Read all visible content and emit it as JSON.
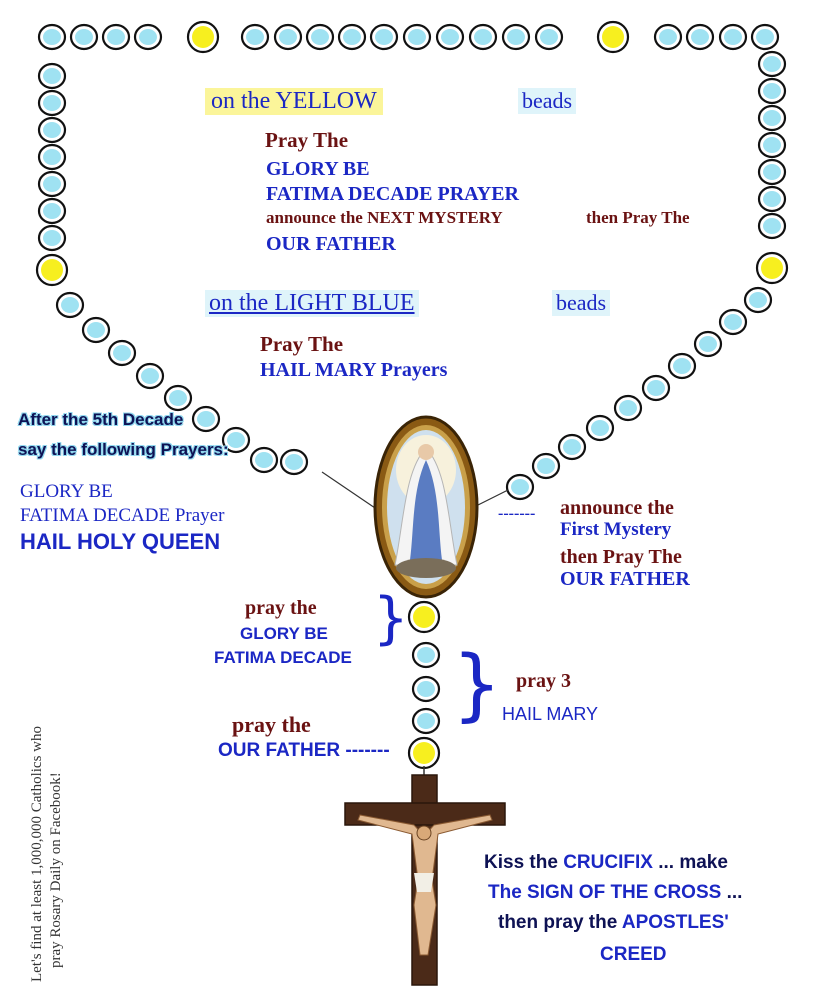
{
  "yellow_section": {
    "label_head": "on the YELLOW",
    "label_tail": "beads",
    "line_1": "Pray The",
    "line_2": "GLORY BE",
    "line_3": "FATIMA DECADE PRAYER",
    "line_4": "announce the NEXT MYSTERY",
    "line_4b": "then Pray The",
    "line_5": "OUR FATHER"
  },
  "blue_section": {
    "label_head": "on the LIGHT BLUE",
    "label_tail": "beads",
    "line_1": "Pray The",
    "line_2": "HAIL MARY Prayers"
  },
  "after_decade": {
    "heading_1": "After the 5th Decade",
    "heading_2": "say the following Prayers:",
    "line_1": "GLORY BE",
    "line_2": "FATIMA DECADE Prayer",
    "line_3": "HAIL HOLY QUEEN"
  },
  "first_mystery": {
    "dashes": "-------",
    "line_1": "announce the",
    "line_2": "First Mystery",
    "line_3": "then Pray The",
    "line_4": "OUR FATHER"
  },
  "glory_be_step": {
    "line_1": "pray the",
    "line_2": "GLORY BE",
    "line_3": "FATIMA DECADE"
  },
  "hail_mary_step": {
    "line_1": "pray 3",
    "line_2": "HAIL MARY"
  },
  "our_father_step": {
    "line_1": "pray the",
    "line_2": "OUR FATHER -------"
  },
  "crucifix_step": {
    "line_1a": "Kiss the ",
    "line_1b": "CRUCIFIX",
    "line_1c": " ... make",
    "line_2a": "The SIGN OF THE CROSS",
    "line_2b": " ...",
    "line_3a": "then pray the ",
    "line_3b": "APOSTLES'",
    "line_4": "CREED"
  },
  "side_note": {
    "line_1": "Let's find at least 1,000,000 Catholics who",
    "line_2": "pray Rosary Daily on Facebook!"
  },
  "colors": {
    "light_blue_bead": "#9fe2f2",
    "yellow_bead": "#f7ef1f",
    "bead_outline": "#111111",
    "blue_text": "#1b27c4",
    "brown_text": "#6a1212",
    "cross_wood": "#4b2a18"
  }
}
